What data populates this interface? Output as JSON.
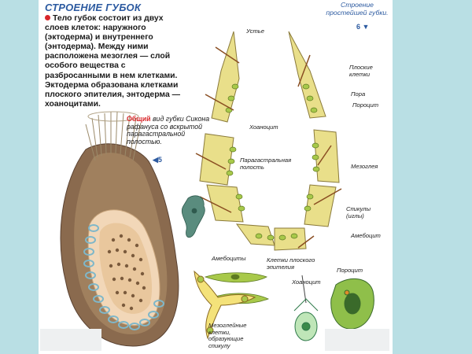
{
  "title": "СТРОЕНИЕ ГУБОК",
  "intro_text": "Тело губок состоит из двух слоев клеток: наружного (эктодерма) и внутреннего (энтодерма). Между ними расположена мезоглея — слой особого вещества с разбросанными в нем клетками. Эктодерма образована клетками плоского эпителия, энтодерма — хоаноцитами.",
  "left_caption": {
    "accent": "Общий",
    "text": " вид губки Сикона рафануса со вскрытой парагастральной полостью.",
    "ref": "◀5"
  },
  "right_caption": {
    "text": "Строение простейшей губки.",
    "ref": "6 ▼"
  },
  "labels": {
    "ustye": "Устье",
    "ploskie": "Плоские клетки",
    "pora": "Пора",
    "porocit": "Пороцит",
    "hoanocit_top": "Хоаноцит",
    "paragastr": "Парагастральная полость",
    "mezogleya": "Мезоглея",
    "spikuly": "Спикулы (иглы)",
    "amebocit_right": "Амебоцит",
    "amebocity_left": "Амебоциты",
    "kletki_epit": "Клетки плоского эпителия",
    "mezogleinye": "Мезоглейные клетки, образующие спикулу",
    "hoanocit_bottom": "Хоаноцит",
    "porocit_bottom": "Пороцит"
  },
  "colors": {
    "title": "#2c5aa0",
    "accent": "#d8262a",
    "background": "#b9dfe4",
    "cell_green": "#a8c94a",
    "tissue_yellow": "#e9df8a"
  }
}
